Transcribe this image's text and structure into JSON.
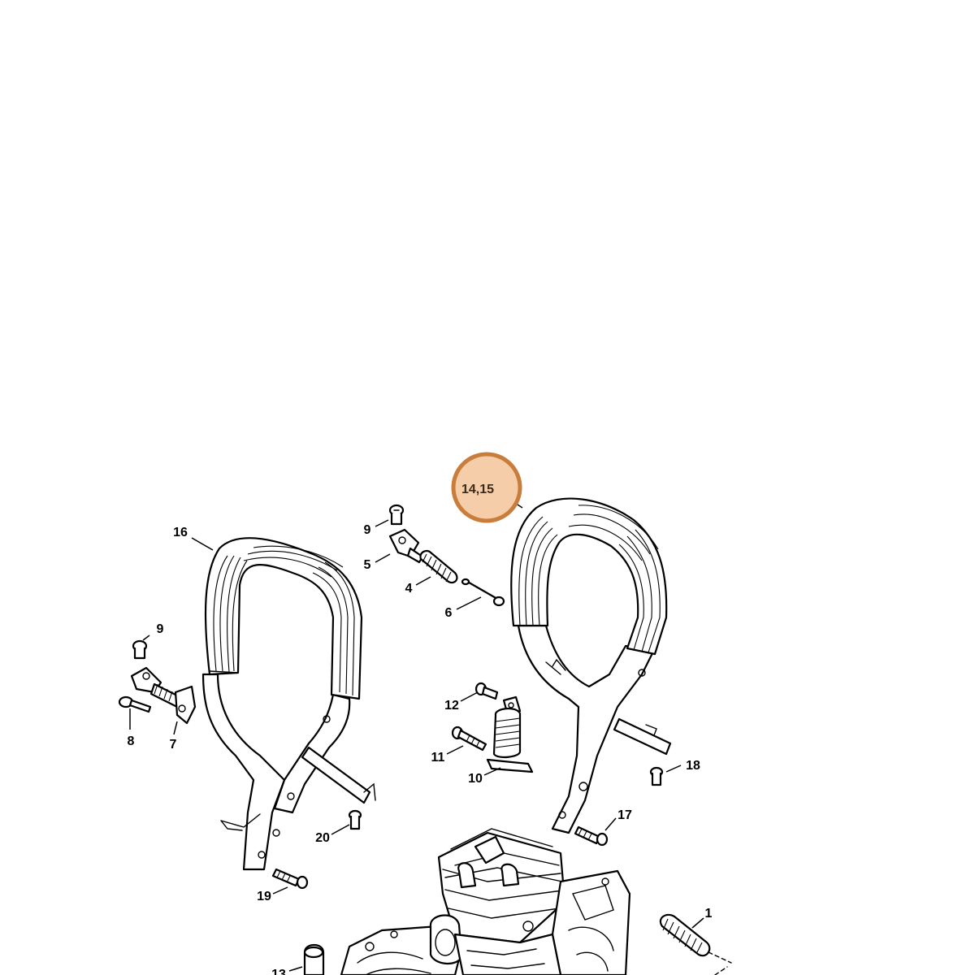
{
  "diagram": {
    "highlight": {
      "label": "14,15",
      "ring_color": "#c87d3a",
      "fill_color": "#f5cda8"
    },
    "callouts": [
      {
        "id": "c16",
        "label": "16"
      },
      {
        "id": "c9a",
        "label": "9"
      },
      {
        "id": "c5",
        "label": "5"
      },
      {
        "id": "c4",
        "label": "4"
      },
      {
        "id": "c6",
        "label": "6"
      },
      {
        "id": "c9b",
        "label": "9"
      },
      {
        "id": "c8",
        "label": "8"
      },
      {
        "id": "c7",
        "label": "7"
      },
      {
        "id": "c12",
        "label": "12"
      },
      {
        "id": "c11",
        "label": "11"
      },
      {
        "id": "c10",
        "label": "10"
      },
      {
        "id": "c18",
        "label": "18"
      },
      {
        "id": "c17",
        "label": "17"
      },
      {
        "id": "c20",
        "label": "20"
      },
      {
        "id": "c19",
        "label": "19"
      },
      {
        "id": "c1",
        "label": "1"
      },
      {
        "id": "c13",
        "label": "13"
      }
    ]
  }
}
